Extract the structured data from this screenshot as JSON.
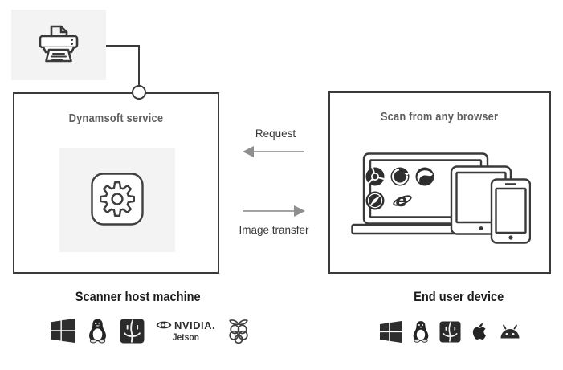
{
  "left": {
    "box_title": "Dynamsoft service",
    "caption": "Scanner host machine",
    "platform_icons": [
      "windows",
      "linux-tux",
      "macos-finder",
      "nvidia-jetson",
      "raspberry-pi"
    ],
    "nvidia": {
      "brand": "NVIDIA.",
      "product": "Jetson"
    }
  },
  "right": {
    "box_title": "Scan from any browser",
    "caption": "End user device",
    "platform_icons": [
      "windows",
      "linux-tux",
      "macos-finder",
      "apple",
      "android"
    ],
    "browser_icons": [
      "chrome",
      "firefox",
      "edge",
      "safari",
      "internet-explorer"
    ],
    "devices": [
      "laptop",
      "tablet",
      "smartphone"
    ]
  },
  "flows": {
    "request": "Request",
    "image_transfer": "Image transfer"
  },
  "colors": {
    "outline": "#3a3a3a",
    "panel_bg": "#f3f3f3",
    "box_title": "#5f5f5f",
    "arrow": "#a3a3a3",
    "caption": "#1c1c1c",
    "icon": "#2e2e2e"
  }
}
